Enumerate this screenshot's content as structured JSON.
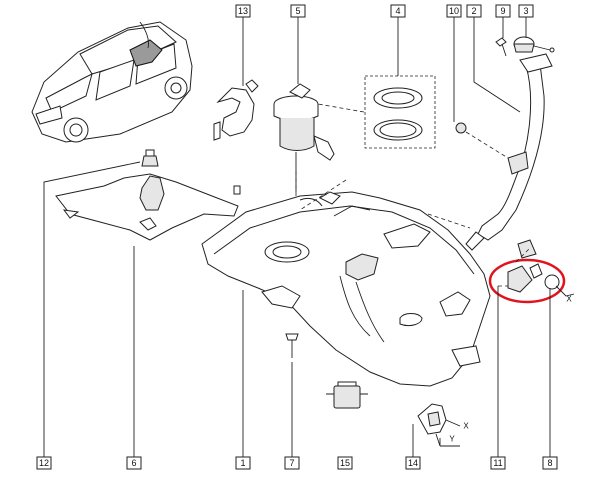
{
  "diagram": {
    "callouts": [
      {
        "id": "c13",
        "label": "13"
      },
      {
        "id": "c5",
        "label": "5"
      },
      {
        "id": "c4",
        "label": "4"
      },
      {
        "id": "c10",
        "label": "10"
      },
      {
        "id": "c2",
        "label": "2"
      },
      {
        "id": "c9",
        "label": "9"
      },
      {
        "id": "c3",
        "label": "3"
      },
      {
        "id": "c12",
        "label": "12"
      },
      {
        "id": "c6",
        "label": "6"
      },
      {
        "id": "c1",
        "label": "1"
      },
      {
        "id": "c7",
        "label": "7"
      },
      {
        "id": "c15",
        "label": "15"
      },
      {
        "id": "c14",
        "label": "14"
      },
      {
        "id": "c11",
        "label": "11"
      },
      {
        "id": "c8",
        "label": "8"
      }
    ],
    "axis_labels": {
      "x_upper": "X",
      "x_lower": "X",
      "y_lower": "Y"
    },
    "highlight_color": "#e0141e",
    "line_color": "#222222"
  }
}
